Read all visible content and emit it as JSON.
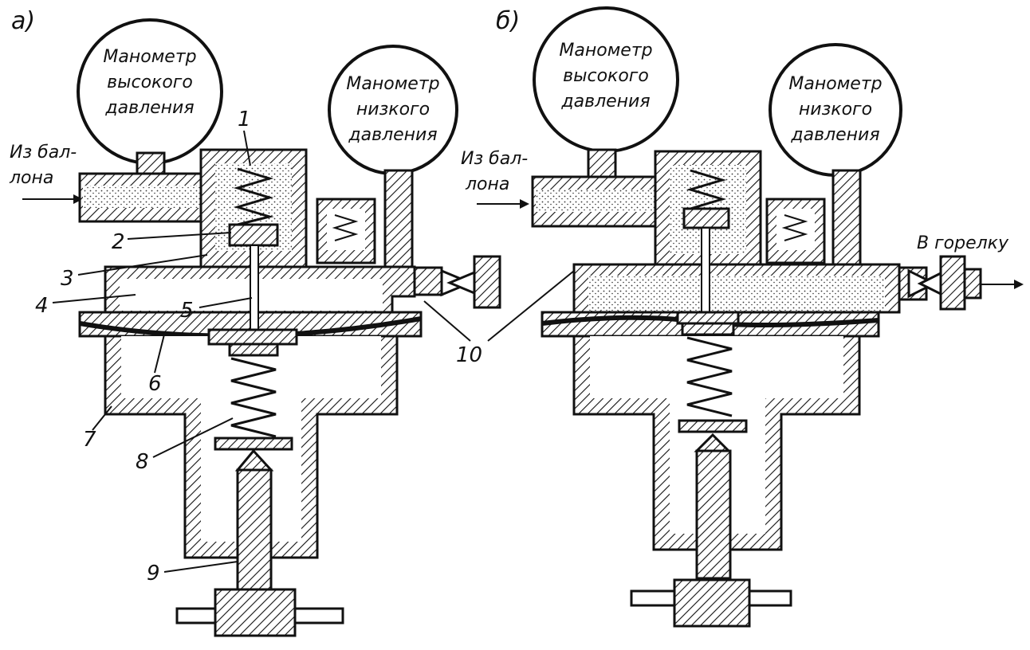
{
  "panels": {
    "a": "а)",
    "b": "б)"
  },
  "gauges": {
    "high": [
      "Манометр",
      "высокого",
      "давления"
    ],
    "low": [
      "Манометр",
      "низкого",
      "давления"
    ]
  },
  "inlet": [
    "Из бал-",
    "лона"
  ],
  "outlet": "В горелку",
  "numbers": [
    "1",
    "2",
    "3",
    "4",
    "5",
    "6",
    "7",
    "8",
    "9",
    "10"
  ],
  "colors": {
    "ink": "#111111",
    "paper": "#ffffff"
  }
}
